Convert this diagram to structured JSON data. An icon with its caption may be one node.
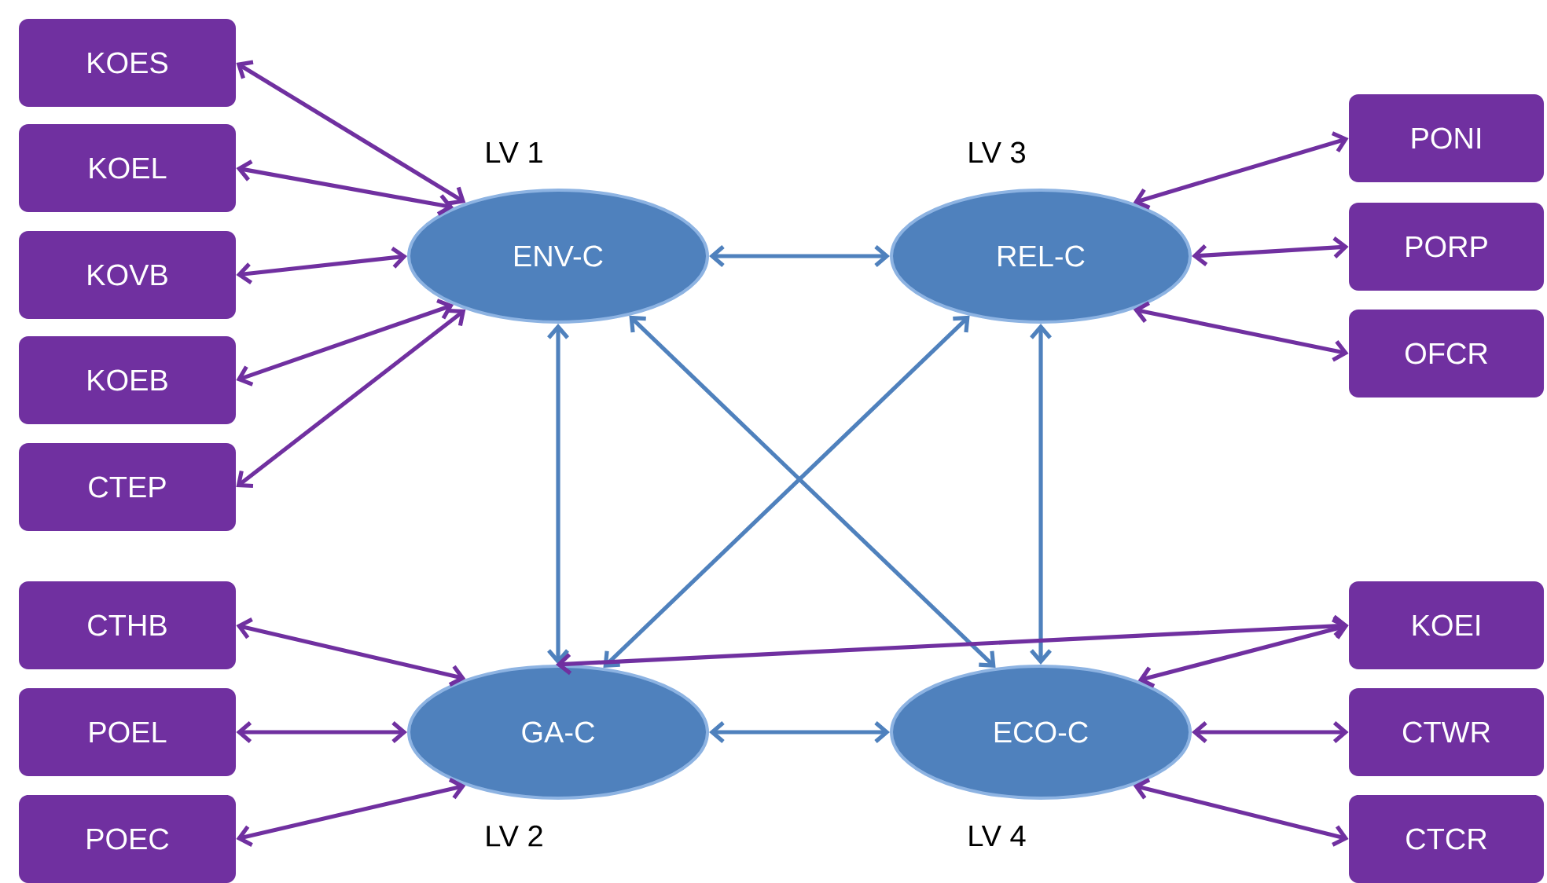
{
  "diagram": {
    "nodes": [
      {
        "text": [
          "KOES"
        ]
      },
      {
        "text": [
          "KOEL"
        ]
      },
      {
        "text": [
          "KOVB"
        ]
      },
      {
        "text": [
          "KOEB"
        ]
      },
      {
        "text": [
          "CTEP"
        ]
      },
      {
        "text": [
          "ENV-C"
        ],
        "beside": [
          "LV 1"
        ]
      },
      {
        "text": [
          "REL-C"
        ],
        "beside": [
          "LV 3"
        ]
      },
      {
        "text": [
          "PONI"
        ]
      },
      {
        "text": [
          "PORP"
        ]
      },
      {
        "text": [
          "OFCR"
        ]
      },
      {
        "text": [
          "CTHB"
        ]
      },
      {
        "text": [
          "POEL"
        ]
      },
      {
        "text": [
          "POEC"
        ]
      },
      {
        "text": [
          "GA-C"
        ],
        "beside": [
          "LV 2"
        ]
      },
      {
        "text": [
          "ECO-C"
        ],
        "beside": [
          "LV 4"
        ]
      },
      {
        "text": [
          "KOEI"
        ]
      },
      {
        "text": [
          "CTWR"
        ]
      },
      {
        "text": [
          "CTCR"
        ]
      }
    ],
    "edges": [
      {
        "from": 0,
        "to": 5,
        "arrow": "both"
      },
      {
        "from": 1,
        "to": 5,
        "arrow": "both"
      },
      {
        "from": 2,
        "to": 5,
        "arrow": "both"
      },
      {
        "from": 3,
        "to": 5,
        "arrow": "both"
      },
      {
        "from": 4,
        "to": 5,
        "arrow": "both"
      },
      {
        "from": 5,
        "to": 6,
        "arrow": "both",
        "color": "#4f81bd"
      },
      {
        "from": 5,
        "to": 13,
        "arrow": "both",
        "color": "#4f81bd"
      },
      {
        "from": 5,
        "to": 14,
        "arrow": "both",
        "color": "#4f81bd"
      },
      {
        "from": 6,
        "to": 13,
        "arrow": "both",
        "color": "#4f81bd"
      },
      {
        "from": 6,
        "to": 14,
        "arrow": "both",
        "color": "#4f81bd"
      },
      {
        "from": 13,
        "to": 14,
        "arrow": "both",
        "color": "#4f81bd"
      },
      {
        "from": 6,
        "to": 7,
        "arrow": "both"
      },
      {
        "from": 6,
        "to": 8,
        "arrow": "both"
      },
      {
        "from": 6,
        "to": 9,
        "arrow": "both"
      },
      {
        "from": 10,
        "to": 13,
        "arrow": "both"
      },
      {
        "from": 11,
        "to": 13,
        "arrow": "both"
      },
      {
        "from": 12,
        "to": 13,
        "arrow": "both"
      },
      {
        "from": 15,
        "to": 13,
        "arrow": "both"
      },
      {
        "from": 15,
        "to": 14,
        "arrow": "both"
      },
      {
        "from": 16,
        "to": 14,
        "arrow": "both"
      },
      {
        "from": 17,
        "to": 14,
        "arrow": "both"
      }
    ]
  }
}
